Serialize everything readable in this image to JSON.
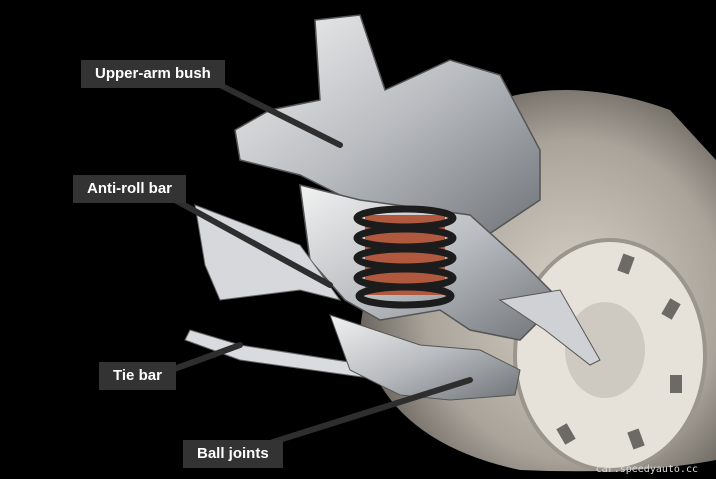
{
  "labels": {
    "upper_arm_bush": "Upper-arm bush",
    "anti_roll_bar": "Anti-roll bar",
    "tie_bar": "Tie bar",
    "ball_joints": "Ball joints"
  },
  "watermark": "car.speedyauto.cc",
  "colors": {
    "label_bg": "#333333",
    "label_text": "#ffffff",
    "background": "#000000",
    "spring": "#b0593f"
  }
}
